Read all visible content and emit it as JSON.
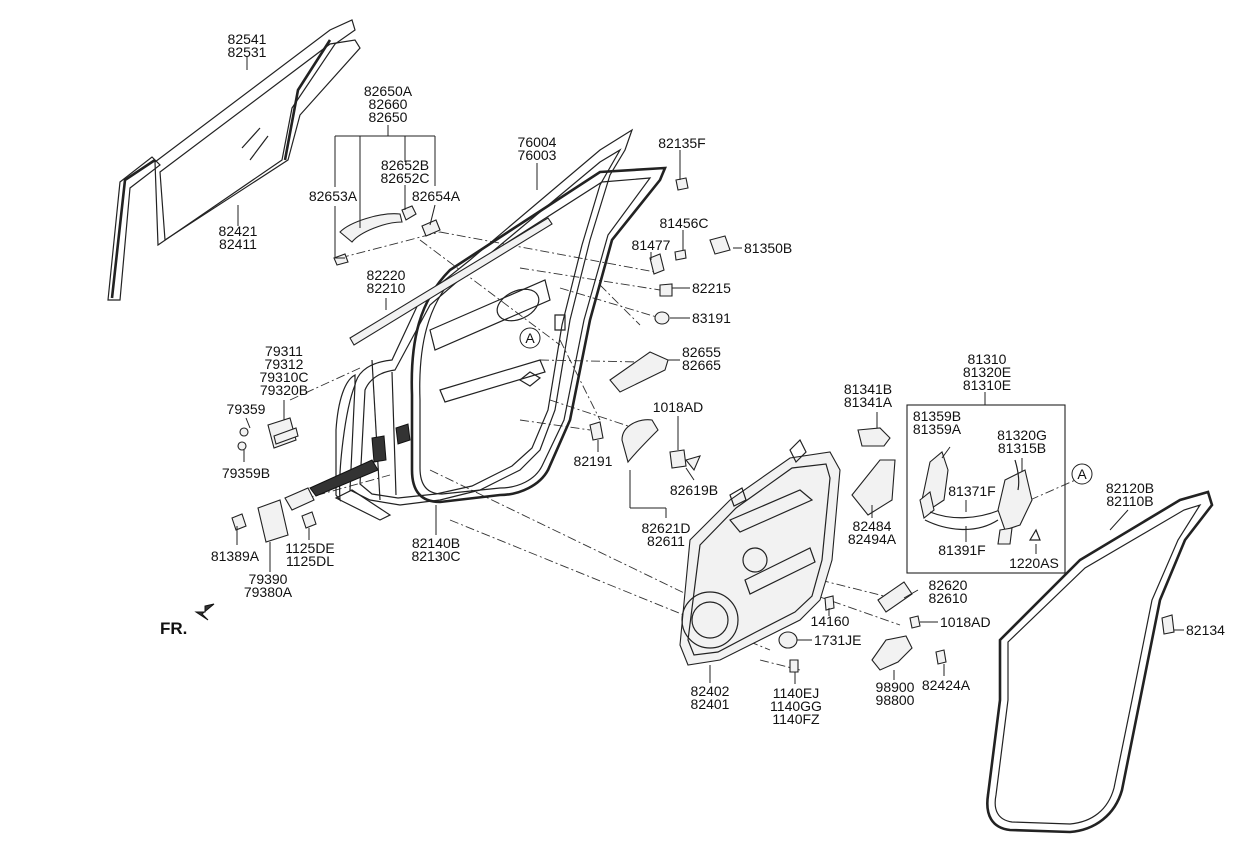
{
  "labels": {
    "l82541": [
      "82541",
      "82531"
    ],
    "l82421": [
      "82421",
      "82411"
    ],
    "l82650A": [
      "82650A",
      "82660",
      "82650"
    ],
    "l82652B": [
      "82652B",
      "82652C"
    ],
    "l82653A": [
      "82653A"
    ],
    "l82654A": [
      "82654A"
    ],
    "l82220": [
      "82220",
      "82210"
    ],
    "l76004": [
      "76004",
      "76003"
    ],
    "l82135F": [
      "82135F"
    ],
    "l81456C": [
      "81456C"
    ],
    "l81477": [
      "81477"
    ],
    "l81350B": [
      "81350B"
    ],
    "l82215": [
      "82215"
    ],
    "l83191": [
      "83191"
    ],
    "l82655": [
      "82655",
      "82665"
    ],
    "l79311": [
      "79311",
      "79312",
      "79310C",
      "79320B"
    ],
    "l79359": [
      "79359"
    ],
    "l79359B": [
      "79359B"
    ],
    "l1018AD_top": [
      "1018AD"
    ],
    "l82191": [
      "82191"
    ],
    "l82619B": [
      "82619B"
    ],
    "l82621D": [
      "82621D",
      "82611"
    ],
    "l81341B": [
      "81341B",
      "81341A"
    ],
    "l81310": [
      "81310",
      "81320E",
      "81310E"
    ],
    "l81359B": [
      "81359B",
      "81359A"
    ],
    "l81320G": [
      "81320G",
      "81315B"
    ],
    "l81371F": [
      "81371F"
    ],
    "l81391F": [
      "81391F"
    ],
    "l1220AS": [
      "1220AS"
    ],
    "l82484": [
      "82484",
      "82494A"
    ],
    "l82120B": [
      "82120B",
      "82110B"
    ],
    "l82134": [
      "82134"
    ],
    "l81389A": [
      "81389A"
    ],
    "l1125DE": [
      "1125DE",
      "1125DL"
    ],
    "l79390": [
      "79390",
      "79380A"
    ],
    "l82140B": [
      "82140B",
      "82130C"
    ],
    "l82620": [
      "82620",
      "82610"
    ],
    "l1018AD_bot": [
      "1018AD"
    ],
    "l14160": [
      "14160"
    ],
    "l1731JE": [
      "1731JE"
    ],
    "l82402": [
      "82402",
      "82401"
    ],
    "l1140EJ": [
      "1140EJ",
      "1140GG",
      "1140FZ"
    ],
    "l98900": [
      "98900",
      "98800"
    ],
    "l82424A": [
      "82424A"
    ]
  },
  "callout_letter": "A",
  "front_label": "FR."
}
